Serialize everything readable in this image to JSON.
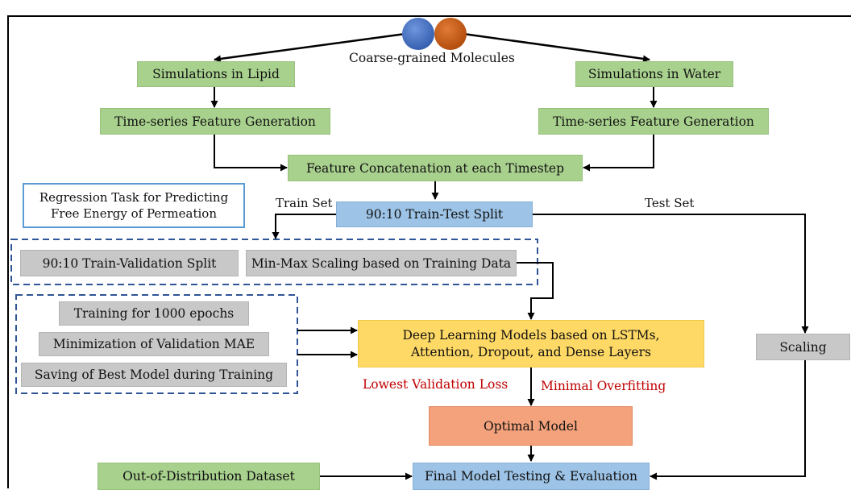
{
  "colors": {
    "green": "#a9d18e",
    "blue": "#9dc3e6",
    "grey": "#c8c8c8",
    "yellow": "#ffd966",
    "salmon": "#f4a27c",
    "red_text": "#c00000",
    "dashed_border": "#2f5597",
    "molecule_blue": "#4472c4",
    "molecule_orange": "#c55a11"
  },
  "top": {
    "molecules_label": "Coarse-grained Molecules"
  },
  "lipid": {
    "simulation": "Simulations in Lipid",
    "features": "Time-series Feature Generation"
  },
  "water": {
    "simulation": "Simulations in Water",
    "features": "Time-series Feature Generation"
  },
  "concat": "Feature Concatenation at each Timestep",
  "note": {
    "line1": "Regression Task for Predicting",
    "line2": "Free Energy of Permeation"
  },
  "split": {
    "label": "90:10 Train-Test Split",
    "train_set": "Train Set",
    "test_set": "Test Set"
  },
  "preprocess": {
    "validation_split": "90:10 Train-Validation Split",
    "scaling": "Min-Max Scaling based on Training Data"
  },
  "training": {
    "epochs": "Training for 1000 epochs",
    "minimization": "Minimization of Validation MAE",
    "saving": "Saving of Best Model during Training"
  },
  "models": {
    "line1": "Deep Learning Models based on LSTMs,",
    "line2": "Attention, Dropout, and Dense Layers"
  },
  "scaling_test": "Scaling",
  "criteria": {
    "left": "Lowest Validation Loss",
    "right": "Minimal Overfitting"
  },
  "optimal": "Optimal Model",
  "ood": "Out-of-Distribution Dataset",
  "final": "Final Model Testing & Evaluation"
}
